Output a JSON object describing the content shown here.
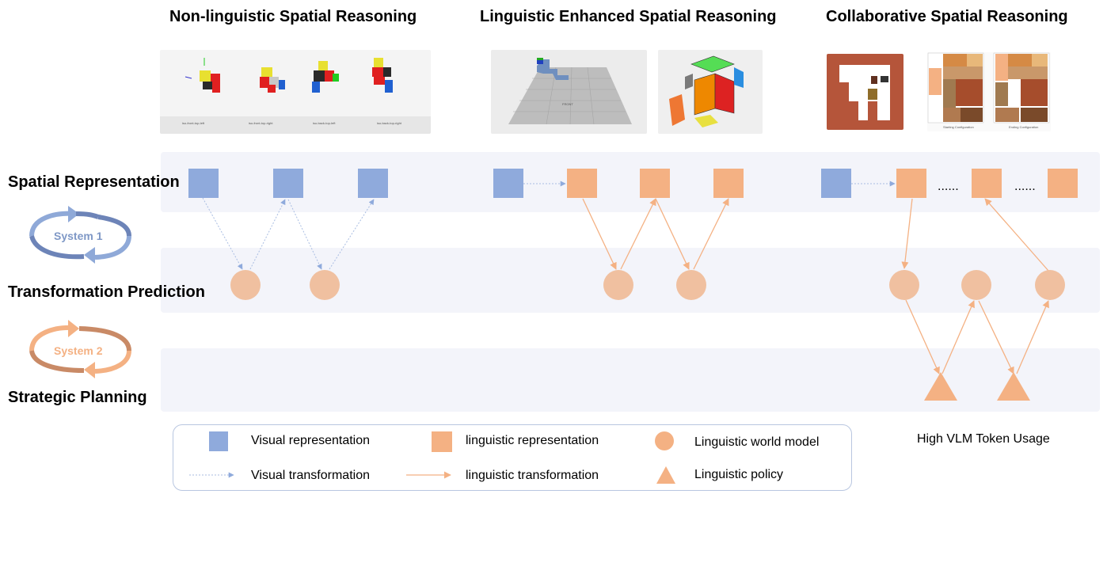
{
  "columns": {
    "non_linguistic": "Non-linguistic Spatial Reasoning",
    "linguistic_enhanced": "Linguistic Enhanced Spatial Reasoning",
    "collaborative": "Collaborative Spatial Reasoning"
  },
  "rows": {
    "spatial_representation": "Spatial Representation",
    "transformation_prediction": "Transformation Prediction",
    "strategic_planning": "Strategic Planning"
  },
  "cycles": {
    "system1": "System 1",
    "system2": "System 2"
  },
  "ellipsis": [
    "......",
    "......"
  ],
  "thumbnails": {
    "cube_views": [
      "iso-front-top-left",
      "iso-front-top-right",
      "iso-back-top-left",
      "iso-back-top-right"
    ],
    "grid_front": "FRONT",
    "puzzle_configs": [
      "Starting Configuration",
      "Ending Configuration"
    ]
  },
  "legend": {
    "visual_representation": "Visual representation",
    "linguistic_representation": "linguistic representation",
    "linguistic_world_model": "Linguistic world model",
    "visual_transformation": "Visual transformation",
    "linguistic_transformation": "linguistic transformation",
    "linguistic_policy": "Linguistic policy"
  },
  "side_note": "High VLM Token Usage",
  "colors": {
    "visual": "#8faadc",
    "linguistic": "#f4b183",
    "world_model": "#f0c0a0",
    "band": "#f3f4fa",
    "system1": "#8fa9d8",
    "system2": "#f4b183"
  }
}
